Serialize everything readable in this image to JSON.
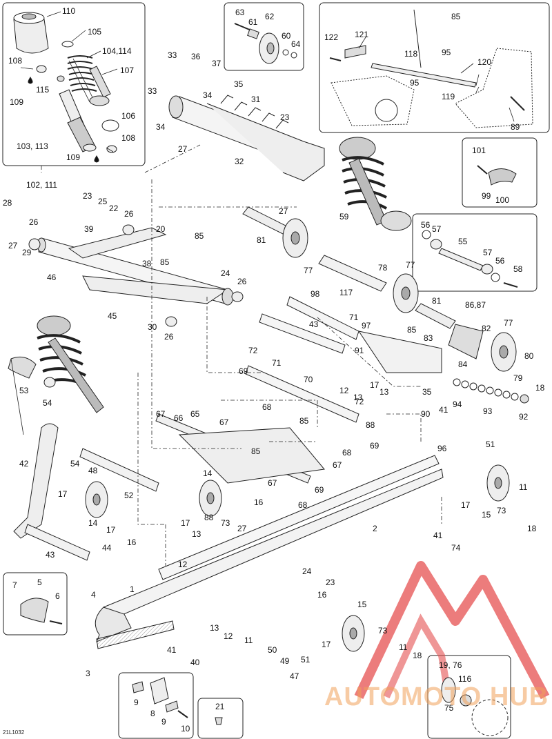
{
  "diagram_code": "21L1032",
  "watermark": "AUTOMOTO HUB",
  "colors": {
    "line": "#222222",
    "fill": "#f2f2f2",
    "shade": "#c8c8c8",
    "logo_red": "#e55050",
    "logo_orange": "#f1a05a"
  },
  "callouts": [
    {
      "id": "c110",
      "text": "110"
    },
    {
      "id": "c105",
      "text": "105"
    },
    {
      "id": "c104_114",
      "text": "104,114"
    },
    {
      "id": "c108a",
      "text": "108"
    },
    {
      "id": "c107",
      "text": "107"
    },
    {
      "id": "c115",
      "text": "115"
    },
    {
      "id": "c109a",
      "text": "109"
    },
    {
      "id": "c106",
      "text": "106"
    },
    {
      "id": "c103_113",
      "text": "103, 113"
    },
    {
      "id": "c108b",
      "text": "108"
    },
    {
      "id": "c109b",
      "text": "109"
    },
    {
      "id": "c102_111",
      "text": "102, 111"
    },
    {
      "id": "c63",
      "text": "63"
    },
    {
      "id": "c61",
      "text": "61"
    },
    {
      "id": "c62",
      "text": "62"
    },
    {
      "id": "c60",
      "text": "60"
    },
    {
      "id": "c64",
      "text": "64"
    },
    {
      "id": "c33a",
      "text": "33"
    },
    {
      "id": "c36",
      "text": "36"
    },
    {
      "id": "c37",
      "text": "37"
    },
    {
      "id": "c35",
      "text": "35"
    },
    {
      "id": "c33b",
      "text": "33"
    },
    {
      "id": "c34a",
      "text": "34"
    },
    {
      "id": "c31",
      "text": "31"
    },
    {
      "id": "c23a",
      "text": "23"
    },
    {
      "id": "c34b",
      "text": "34"
    },
    {
      "id": "c27a",
      "text": "27"
    },
    {
      "id": "c32",
      "text": "32"
    },
    {
      "id": "c27b",
      "text": "27"
    },
    {
      "id": "c85a",
      "text": "85"
    },
    {
      "id": "c122",
      "text": "122"
    },
    {
      "id": "c121",
      "text": "121"
    },
    {
      "id": "c118",
      "text": "118"
    },
    {
      "id": "c95a",
      "text": "95"
    },
    {
      "id": "c120",
      "text": "120"
    },
    {
      "id": "c95b",
      "text": "95"
    },
    {
      "id": "c119",
      "text": "119"
    },
    {
      "id": "c89",
      "text": "89"
    },
    {
      "id": "c101",
      "text": "101"
    },
    {
      "id": "c99",
      "text": "99"
    },
    {
      "id": "c100",
      "text": "100"
    },
    {
      "id": "c28",
      "text": "28"
    },
    {
      "id": "c23b",
      "text": "23"
    },
    {
      "id": "c25",
      "text": "25"
    },
    {
      "id": "c22",
      "text": "22"
    },
    {
      "id": "c26a",
      "text": "26"
    },
    {
      "id": "c26b",
      "text": "26"
    },
    {
      "id": "c27c",
      "text": "27"
    },
    {
      "id": "c29",
      "text": "29"
    },
    {
      "id": "c39",
      "text": "39"
    },
    {
      "id": "c20",
      "text": "20"
    },
    {
      "id": "c85b",
      "text": "85"
    },
    {
      "id": "c38",
      "text": "38"
    },
    {
      "id": "c85c",
      "text": "85"
    },
    {
      "id": "c46",
      "text": "46"
    },
    {
      "id": "c24",
      "text": "24"
    },
    {
      "id": "c26c",
      "text": "26"
    },
    {
      "id": "c45",
      "text": "45"
    },
    {
      "id": "c30",
      "text": "30"
    },
    {
      "id": "c26d",
      "text": "26"
    },
    {
      "id": "c59",
      "text": "59"
    },
    {
      "id": "c81a",
      "text": "81"
    },
    {
      "id": "c77a",
      "text": "77"
    },
    {
      "id": "c56a",
      "text": "56"
    },
    {
      "id": "c57a",
      "text": "57"
    },
    {
      "id": "c55",
      "text": "55"
    },
    {
      "id": "c57b",
      "text": "57"
    },
    {
      "id": "c56b",
      "text": "56"
    },
    {
      "id": "c58",
      "text": "58"
    },
    {
      "id": "c78",
      "text": "78"
    },
    {
      "id": "c77b",
      "text": "77"
    },
    {
      "id": "c117",
      "text": "117"
    },
    {
      "id": "c81b",
      "text": "81"
    },
    {
      "id": "c98",
      "text": "98"
    },
    {
      "id": "c86_87",
      "text": "86,87"
    },
    {
      "id": "c43a",
      "text": "43"
    },
    {
      "id": "c71a",
      "text": "71"
    },
    {
      "id": "c97",
      "text": "97"
    },
    {
      "id": "c85d",
      "text": "85"
    },
    {
      "id": "c82",
      "text": "82"
    },
    {
      "id": "c77c",
      "text": "77"
    },
    {
      "id": "c83",
      "text": "83"
    },
    {
      "id": "c91",
      "text": "91"
    },
    {
      "id": "c84",
      "text": "84"
    },
    {
      "id": "c80",
      "text": "80"
    },
    {
      "id": "c79",
      "text": "79"
    },
    {
      "id": "c18a",
      "text": "18"
    },
    {
      "id": "c72a",
      "text": "72"
    },
    {
      "id": "c71b",
      "text": "71"
    },
    {
      "id": "c69a",
      "text": "69"
    },
    {
      "id": "c70",
      "text": "70"
    },
    {
      "id": "c17a",
      "text": "17"
    },
    {
      "id": "c35b",
      "text": "35"
    },
    {
      "id": "c94",
      "text": "94"
    },
    {
      "id": "c53",
      "text": "53"
    },
    {
      "id": "c54a",
      "text": "54"
    },
    {
      "id": "c68a",
      "text": "68"
    },
    {
      "id": "c12a",
      "text": "12"
    },
    {
      "id": "c13a",
      "text": "13"
    },
    {
      "id": "c13b",
      "text": "13"
    },
    {
      "id": "c72b",
      "text": "72"
    },
    {
      "id": "c93",
      "text": "93"
    },
    {
      "id": "c92",
      "text": "92"
    },
    {
      "id": "c67a",
      "text": "67"
    },
    {
      "id": "c66",
      "text": "66"
    },
    {
      "id": "c65",
      "text": "65"
    },
    {
      "id": "c67b",
      "text": "67"
    },
    {
      "id": "c85e",
      "text": "85"
    },
    {
      "id": "c88a",
      "text": "88"
    },
    {
      "id": "c90",
      "text": "90"
    },
    {
      "id": "c41a",
      "text": "41"
    },
    {
      "id": "c51a",
      "text": "51"
    },
    {
      "id": "c96",
      "text": "96"
    },
    {
      "id": "c85f",
      "text": "85"
    },
    {
      "id": "c68b",
      "text": "68"
    },
    {
      "id": "c69b",
      "text": "69"
    },
    {
      "id": "c42",
      "text": "42"
    },
    {
      "id": "c54b",
      "text": "54"
    },
    {
      "id": "c48",
      "text": "48"
    },
    {
      "id": "c67c",
      "text": "67"
    },
    {
      "id": "c67d",
      "text": "67"
    },
    {
      "id": "c17b",
      "text": "17"
    },
    {
      "id": "c52",
      "text": "52"
    },
    {
      "id": "c14a",
      "text": "14"
    },
    {
      "id": "c69c",
      "text": "69"
    },
    {
      "id": "c68c",
      "text": "68"
    },
    {
      "id": "c16a",
      "text": "16"
    },
    {
      "id": "c17c",
      "text": "17"
    },
    {
      "id": "c11a",
      "text": "11"
    },
    {
      "id": "c15a",
      "text": "15"
    },
    {
      "id": "c73a",
      "text": "73"
    },
    {
      "id": "c18b",
      "text": "18"
    },
    {
      "id": "c14b",
      "text": "14"
    },
    {
      "id": "c17d",
      "text": "17"
    },
    {
      "id": "c16b",
      "text": "16"
    },
    {
      "id": "c88b",
      "text": "88"
    },
    {
      "id": "c73b",
      "text": "73"
    },
    {
      "id": "c17e",
      "text": "17"
    },
    {
      "id": "c13c",
      "text": "13"
    },
    {
      "id": "c27d",
      "text": "27"
    },
    {
      "id": "c12b",
      "text": "12"
    },
    {
      "id": "c2",
      "text": "2"
    },
    {
      "id": "c41b",
      "text": "41"
    },
    {
      "id": "c74",
      "text": "74"
    },
    {
      "id": "c43b",
      "text": "43"
    },
    {
      "id": "c44",
      "text": "44"
    },
    {
      "id": "c24b",
      "text": "24"
    },
    {
      "id": "c23c",
      "text": "23"
    },
    {
      "id": "c7",
      "text": "7"
    },
    {
      "id": "c5",
      "text": "5"
    },
    {
      "id": "c6",
      "text": "6"
    },
    {
      "id": "c4",
      "text": "4"
    },
    {
      "id": "c1",
      "text": "1"
    },
    {
      "id": "c16c",
      "text": "16"
    },
    {
      "id": "c15b",
      "text": "15"
    },
    {
      "id": "c13d",
      "text": "13"
    },
    {
      "id": "c12c",
      "text": "12"
    },
    {
      "id": "c11b",
      "text": "11"
    },
    {
      "id": "c73c",
      "text": "73"
    },
    {
      "id": "c11c",
      "text": "11"
    },
    {
      "id": "c41c",
      "text": "41"
    },
    {
      "id": "c40",
      "text": "40"
    },
    {
      "id": "c50",
      "text": "50"
    },
    {
      "id": "c49",
      "text": "49"
    },
    {
      "id": "c51b",
      "text": "51"
    },
    {
      "id": "c47",
      "text": "47"
    },
    {
      "id": "c17f",
      "text": "17"
    },
    {
      "id": "c18c",
      "text": "18"
    },
    {
      "id": "c3",
      "text": "3"
    },
    {
      "id": "c9a",
      "text": "9"
    },
    {
      "id": "c8",
      "text": "8"
    },
    {
      "id": "c9b",
      "text": "9"
    },
    {
      "id": "c10",
      "text": "10"
    },
    {
      "id": "c21",
      "text": "21"
    },
    {
      "id": "c19_76",
      "text": "19, 76"
    },
    {
      "id": "c116",
      "text": "116"
    },
    {
      "id": "c75",
      "text": "75"
    }
  ]
}
